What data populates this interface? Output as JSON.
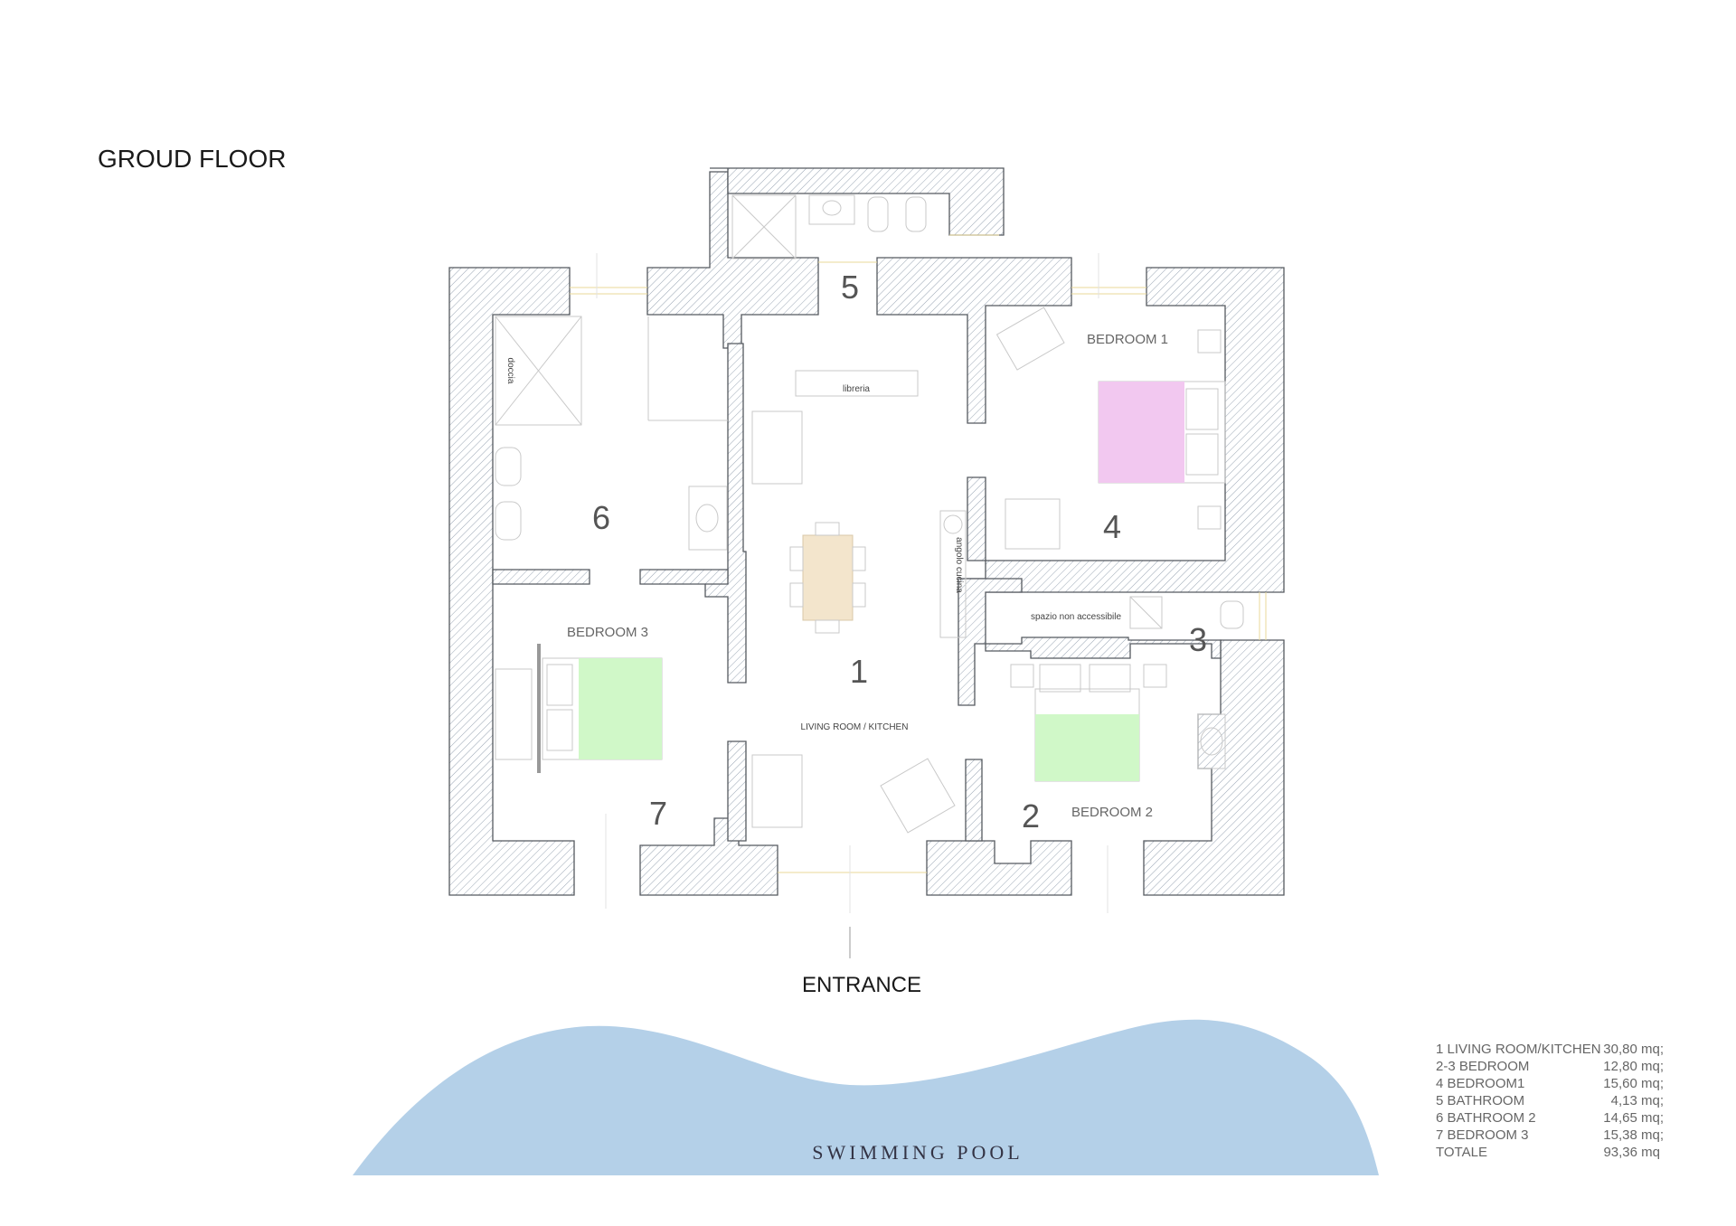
{
  "title": "GROUD FLOOR",
  "entrance": "ENTRANCE",
  "pool": {
    "label": "SWIMMING POOL",
    "color": "#b4d0e8"
  },
  "rooms": {
    "r1": {
      "number": "1",
      "name": "LIVING ROOM / KITCHEN"
    },
    "r2": {
      "number": "2",
      "name": "BEDROOM 2"
    },
    "r3": {
      "number": "3"
    },
    "r4": {
      "number": "4",
      "name": "BEDROOM 1"
    },
    "r5": {
      "number": "5"
    },
    "r6": {
      "number": "6"
    },
    "r7": {
      "number": "7",
      "name": "BEDROOM 3"
    }
  },
  "labels": {
    "libreria": "libreria",
    "doccia": "doccia",
    "angolo_cucina": "angolo cucina",
    "spazio": "spazio non accessibile"
  },
  "colors": {
    "bed_bedroom1": "#f2c8f0",
    "bed_green": "#d0f8c8",
    "table": "#f3e5cc",
    "wall_hatch": "#9aa6b4"
  },
  "legend": [
    {
      "label": "1 LIVING ROOM/KITCHEN",
      "value": "30,80 mq;"
    },
    {
      "label": "2-3 BEDROOM",
      "value": "12,80 mq;"
    },
    {
      "label": "4 BEDROOM1",
      "value": "15,60 mq;"
    },
    {
      "label": "5 BATHROOM",
      "value": "4,13 mq;"
    },
    {
      "label": "6 BATHROOM 2",
      "value": "14,65 mq;"
    },
    {
      "label": "7 BEDROOM 3",
      "value": "15,38 mq;"
    },
    {
      "label": "TOTALE",
      "value": "93,36 mq"
    }
  ]
}
